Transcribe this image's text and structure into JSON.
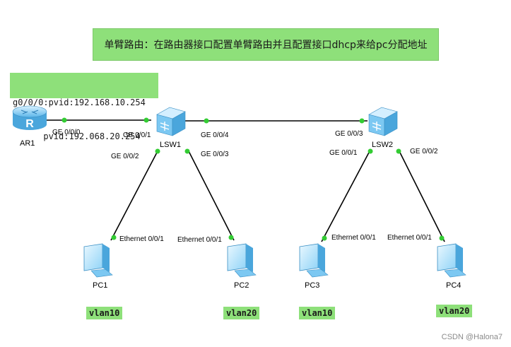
{
  "title": "单臂路由：在路由器接口配置单臂路由并且配置接口dhcp来给pc分配地址",
  "router_note": {
    "line1": "g0/0/0:pvid:192.168.10.254",
    "line2": "      pvid:192.068.20.254"
  },
  "devices": {
    "ar1": "AR1",
    "lsw1": "LSW1",
    "lsw2": "LSW2",
    "pc1": "PC1",
    "pc2": "PC2",
    "pc3": "PC3",
    "pc4": "PC4"
  },
  "ports": {
    "ar1_g000": "GE 0/0/0",
    "lsw1_g001": "GE 0/0/1",
    "lsw1_g004": "GE 0/0/4",
    "lsw1_g002": "GE 0/0/2",
    "lsw1_g003": "GE 0/0/3",
    "lsw2_g003": "GE 0/0/3",
    "lsw2_g001": "GE 0/0/1",
    "lsw2_g002": "GE 0/0/2",
    "pc1_eth": "Ethernet 0/0/1",
    "pc2_eth": "Ethernet 0/0/1",
    "pc3_eth": "Ethernet 0/0/1",
    "pc4_eth": "Ethernet 0/0/1"
  },
  "vlans": {
    "pc1": "vlan10",
    "pc2": "vlan20",
    "pc3": "vlan10",
    "pc4": "vlan20"
  },
  "watermark": "CSDN @Halona7",
  "colors": {
    "note_bg": "#8ee07a",
    "link": "#000000",
    "port_dot": "#33cc33",
    "device_blue": "#7cc8f2"
  },
  "icons": {
    "router": "router-icon",
    "switch": "switch-icon",
    "pc": "pc-icon"
  }
}
